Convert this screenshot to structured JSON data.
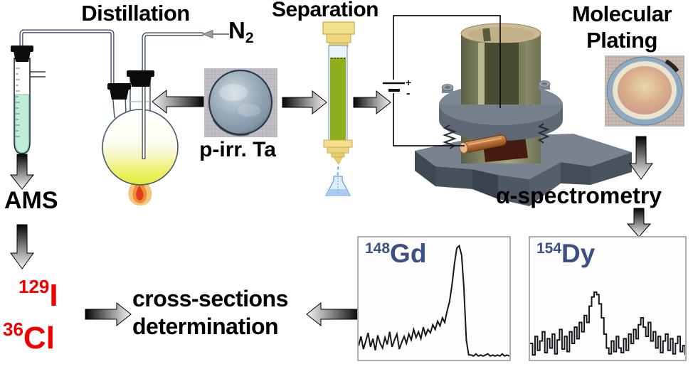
{
  "titles": {
    "distillation": "Distillation",
    "separation": "Separation",
    "molecular_line1": "Molecular",
    "molecular_line2": "Plating"
  },
  "labels": {
    "n2_symbol": "N",
    "n2_subscript": "2",
    "sample": "p-irr. Ta",
    "ams": "AMS",
    "alpha_spectrometry": "α-spectrometry",
    "iodine_mass": "129",
    "iodine_symbol": "I",
    "chlorine_mass": "36",
    "chlorine_symbol": "Cl",
    "cross_sections_line1": "cross-sections",
    "cross_sections_line2": "determination",
    "battery_plus": "+",
    "battery_minus": "-"
  },
  "colors": {
    "isotope_red": "#f10000",
    "spectrum_label_blue": "#3c5084",
    "spectrum_line": "#16161e",
    "resin_green": "#8fae1c",
    "tube_liquid_mint": "#bfeed6",
    "flask_liquid_yellow": "#e9f263",
    "flame_orange": "#f0953c",
    "flame_red": "#e03a20",
    "fitting_yellow": "#f2df90",
    "copper": "#c27a3e",
    "arrow_dark": "#050505",
    "arrow_light": "#f2f2f2"
  },
  "chart_data": [
    {
      "type": "line",
      "style": "line",
      "title": "148Gd alpha spectrum",
      "label_mass": "148",
      "label_element": "Gd",
      "xlabel": "",
      "ylabel": "",
      "x_range": [
        0,
        1
      ],
      "y_range": [
        0,
        1
      ],
      "grid": false,
      "legend": false,
      "points_y": [
        0.1,
        0.18,
        0.07,
        0.14,
        0.21,
        0.09,
        0.16,
        0.06,
        0.19,
        0.12,
        0.08,
        0.17,
        0.11,
        0.22,
        0.09,
        0.15,
        0.2,
        0.07,
        0.13,
        0.18,
        0.12,
        0.2,
        0.15,
        0.24,
        0.17,
        0.22,
        0.16,
        0.26,
        0.19,
        0.24,
        0.21,
        0.28,
        0.24,
        0.31,
        0.27,
        0.34,
        0.3,
        0.4,
        0.48,
        0.62,
        0.8,
        0.94,
        0.96,
        0.88,
        0.6,
        0.15,
        0.02,
        0.02,
        0.01,
        0.03,
        0.01,
        0.02,
        0.01,
        0.02,
        0.03,
        0.01,
        0.02,
        0.01,
        0.02,
        0.01,
        0.03,
        0.01,
        0.02,
        0.01
      ]
    },
    {
      "type": "line",
      "style": "histogram",
      "title": "154Dy alpha spectrum",
      "label_mass": "154",
      "label_element": "Dy",
      "xlabel": "",
      "ylabel": "",
      "x_range": [
        0,
        1
      ],
      "y_range": [
        0,
        1
      ],
      "grid": false,
      "legend": false,
      "points_y": [
        0.12,
        0.02,
        0.18,
        0.06,
        0.14,
        0.22,
        0.04,
        0.16,
        0.08,
        0.2,
        0.03,
        0.15,
        0.24,
        0.07,
        0.18,
        0.05,
        0.22,
        0.12,
        0.26,
        0.16,
        0.3,
        0.22,
        0.36,
        0.3,
        0.44,
        0.52,
        0.56,
        0.54,
        0.46,
        0.34,
        0.2,
        0.08,
        0.03,
        0.14,
        0.05,
        0.18,
        0.08,
        0.04,
        0.16,
        0.06,
        0.2,
        0.12,
        0.24,
        0.16,
        0.28,
        0.34,
        0.26,
        0.18,
        0.3,
        0.14,
        0.22,
        0.08,
        0.18,
        0.04,
        0.14,
        0.2,
        0.06,
        0.16,
        0.03,
        0.12,
        0.18,
        0.05,
        0.1,
        0.02
      ]
    }
  ]
}
